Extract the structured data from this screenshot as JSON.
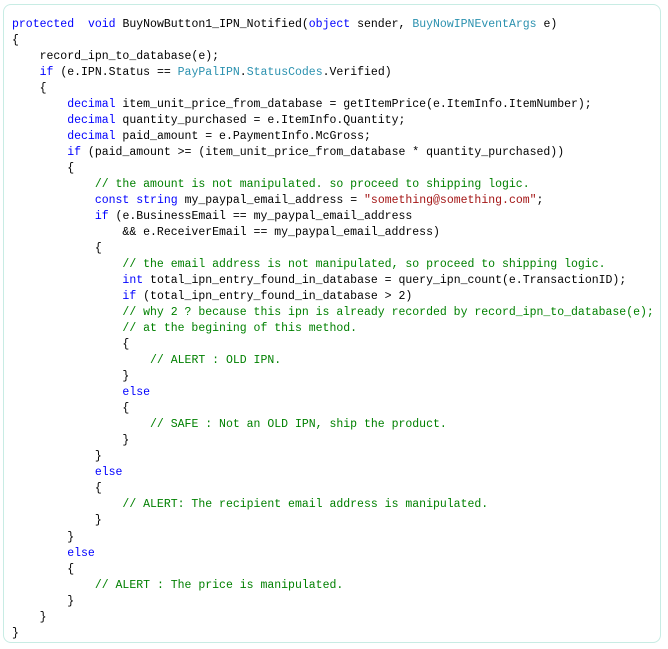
{
  "colors": {
    "keyword": "#0000ff",
    "type": "#2b91af",
    "string": "#a31515",
    "comment": "#008000",
    "plain": "#000000"
  },
  "code_lines": [
    [
      [
        "kw",
        "protected"
      ],
      [
        "",
        "  "
      ],
      [
        "kw",
        "void"
      ],
      [
        "",
        " BuyNowButton1_IPN_Notified("
      ],
      [
        "kw",
        "object"
      ],
      [
        "",
        " sender, "
      ],
      [
        "ty",
        "BuyNowIPNEventArgs"
      ],
      [
        "",
        " e)"
      ]
    ],
    [
      [
        "",
        "{"
      ]
    ],
    [
      [
        "",
        "    record_ipn_to_database(e);"
      ]
    ],
    [
      [
        "",
        "    "
      ],
      [
        "kw",
        "if"
      ],
      [
        "",
        " (e.IPN.Status == "
      ],
      [
        "ty",
        "PayPalIPN"
      ],
      [
        "",
        "."
      ],
      [
        "ty",
        "StatusCodes"
      ],
      [
        "",
        ".Verified)"
      ]
    ],
    [
      [
        "",
        "    {"
      ]
    ],
    [
      [
        "",
        "        "
      ],
      [
        "kw",
        "decimal"
      ],
      [
        "",
        " item_unit_price_from_database = getItemPrice(e.ItemInfo.ItemNumber);"
      ]
    ],
    [
      [
        "",
        "        "
      ],
      [
        "kw",
        "decimal"
      ],
      [
        "",
        " quantity_purchased = e.ItemInfo.Quantity;"
      ]
    ],
    [
      [
        "",
        "        "
      ],
      [
        "kw",
        "decimal"
      ],
      [
        "",
        " paid_amount = e.PaymentInfo.McGross;"
      ]
    ],
    [
      [
        "",
        "        "
      ],
      [
        "kw",
        "if"
      ],
      [
        "",
        " (paid_amount >= (item_unit_price_from_database * quantity_purchased))"
      ]
    ],
    [
      [
        "",
        "        {"
      ]
    ],
    [
      [
        "",
        "            "
      ],
      [
        "cm",
        "// the amount is not manipulated. so proceed to shipping logic."
      ]
    ],
    [
      [
        "",
        "            "
      ],
      [
        "kw",
        "const"
      ],
      [
        "",
        " "
      ],
      [
        "kw",
        "string"
      ],
      [
        "",
        " my_paypal_email_address = "
      ],
      [
        "st",
        "\"something@something.com\""
      ],
      [
        "",
        ";"
      ]
    ],
    [
      [
        "",
        "            "
      ],
      [
        "kw",
        "if"
      ],
      [
        "",
        " (e.BusinessEmail == my_paypal_email_address"
      ]
    ],
    [
      [
        "",
        "                && e.ReceiverEmail == my_paypal_email_address)"
      ]
    ],
    [
      [
        "",
        "            {"
      ]
    ],
    [
      [
        "",
        "                "
      ],
      [
        "cm",
        "// the email address is not manipulated, so proceed to shipping logic."
      ]
    ],
    [
      [
        "",
        "                "
      ],
      [
        "kw",
        "int"
      ],
      [
        "",
        " total_ipn_entry_found_in_database = query_ipn_count(e.TransactionID);"
      ]
    ],
    [
      [
        "",
        "                "
      ],
      [
        "kw",
        "if"
      ],
      [
        "",
        " (total_ipn_entry_found_in_database > 2)"
      ]
    ],
    [
      [
        "",
        "                "
      ],
      [
        "cm",
        "// why 2 ? because this ipn is already recorded by record_ipn_to_database(e);"
      ]
    ],
    [
      [
        "",
        "                "
      ],
      [
        "cm",
        "// at the begining of this method."
      ]
    ],
    [
      [
        "",
        "                {"
      ]
    ],
    [
      [
        "",
        "                    "
      ],
      [
        "cm",
        "// ALERT : OLD IPN."
      ]
    ],
    [
      [
        "",
        "                }"
      ]
    ],
    [
      [
        "",
        "                "
      ],
      [
        "kw",
        "else"
      ]
    ],
    [
      [
        "",
        "                {"
      ]
    ],
    [
      [
        "",
        "                    "
      ],
      [
        "cm",
        "// SAFE : Not an OLD IPN, ship the product."
      ]
    ],
    [
      [
        "",
        "                }"
      ]
    ],
    [
      [
        "",
        "            }"
      ]
    ],
    [
      [
        "",
        "            "
      ],
      [
        "kw",
        "else"
      ]
    ],
    [
      [
        "",
        "            {"
      ]
    ],
    [
      [
        "",
        "                "
      ],
      [
        "cm",
        "// ALERT: The recipient email address is manipulated."
      ]
    ],
    [
      [
        "",
        "            }"
      ]
    ],
    [
      [
        "",
        "        }"
      ]
    ],
    [
      [
        "",
        "        "
      ],
      [
        "kw",
        "else"
      ]
    ],
    [
      [
        "",
        "        {"
      ]
    ],
    [
      [
        "",
        "            "
      ],
      [
        "cm",
        "// ALERT : The price is manipulated."
      ]
    ],
    [
      [
        "",
        "        }"
      ]
    ],
    [
      [
        "",
        "    }"
      ]
    ],
    [
      [
        "",
        "}"
      ]
    ]
  ]
}
